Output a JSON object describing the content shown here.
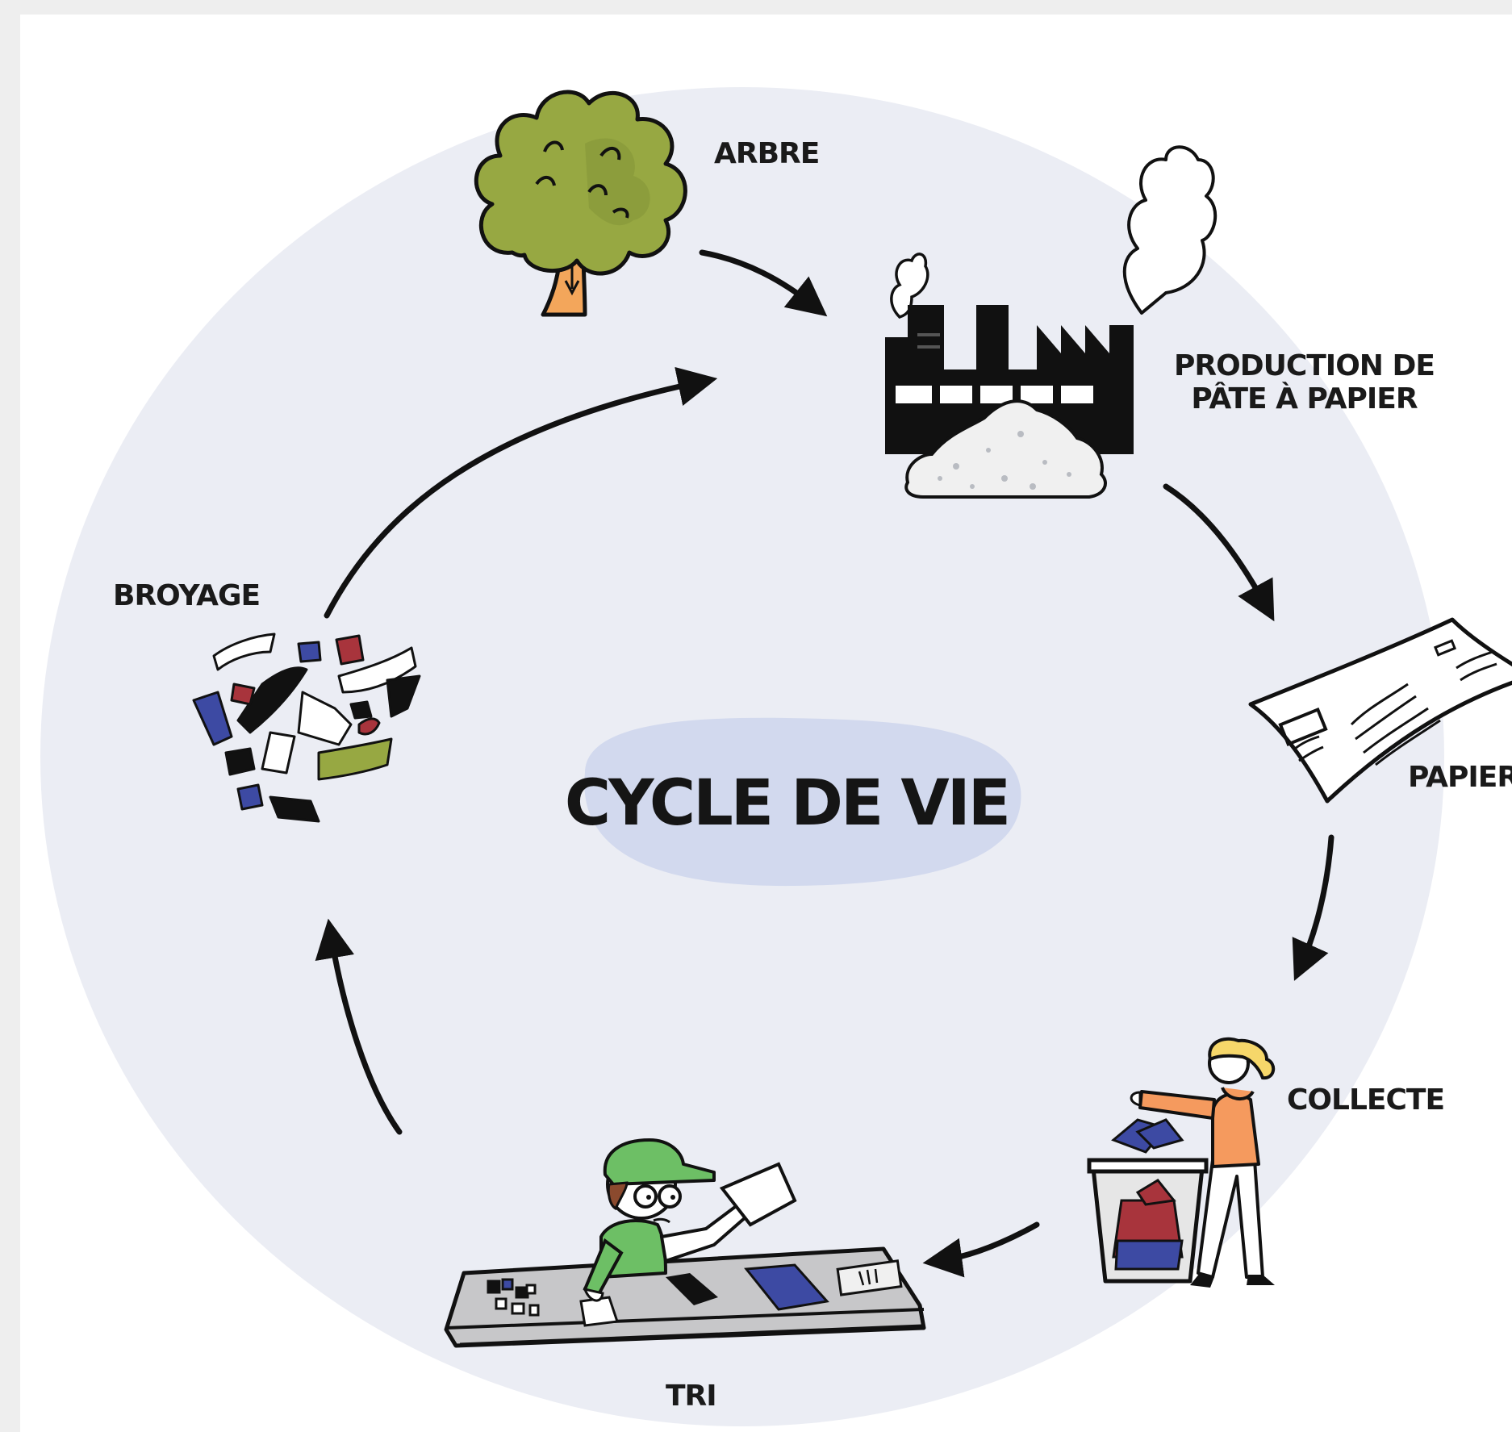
{
  "diagram": {
    "title": "CYCLE DE VIE",
    "stages": [
      {
        "id": "arbre",
        "label": "ARBRE",
        "icon": "tree-icon"
      },
      {
        "id": "production",
        "label_line1": "PRODUCTION DE",
        "label_line2": "PÂTE À PAPIER",
        "icon": "factory-icon"
      },
      {
        "id": "papier",
        "label": "PAPIER",
        "icon": "paper-sheet-icon"
      },
      {
        "id": "collecte",
        "label": "COLLECTE",
        "icon": "person-recycling-bin-icon"
      },
      {
        "id": "tri",
        "label": "TRI",
        "icon": "worker-sorting-conveyor-icon"
      },
      {
        "id": "broyage",
        "label": "BROYAGE",
        "icon": "shredded-paper-icon"
      }
    ],
    "flow": [
      "arbre",
      "production",
      "papier",
      "collecte",
      "tri",
      "broyage",
      "production"
    ],
    "colors": {
      "circle_background": "#ebedf4",
      "title_bubble": "#d2d9ee",
      "tree_foliage": "#97a842",
      "tree_trunk": "#f3a65b",
      "shirt_orange": "#f59a5e",
      "worker_green": "#6dbf65",
      "paper_blue": "#3d4aa3",
      "paper_red": "#a8343c"
    }
  }
}
